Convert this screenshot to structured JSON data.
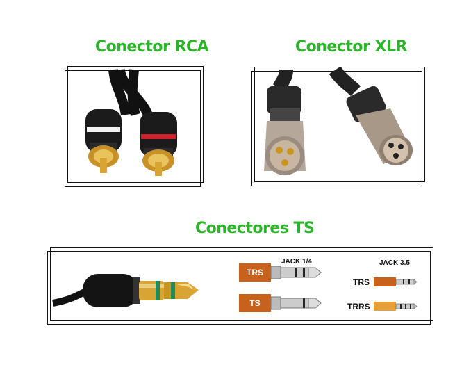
{
  "titles": {
    "rca": "Conector RCA",
    "xlr": "Conector XLR",
    "ts": "Conectores  TS"
  },
  "jack_quarter": {
    "header": "JACK 1/4",
    "plugs": [
      {
        "label": "TRS"
      },
      {
        "label": "TS"
      }
    ]
  },
  "jack_35": {
    "header": "JACK 3.5",
    "plugs": [
      {
        "label": "TRS"
      },
      {
        "label": "TRRS"
      }
    ]
  },
  "colors": {
    "title_green": "#2db32a",
    "tag_orange": "#c8611b",
    "small_orange": "#e8a13a",
    "gold": "#d8a433"
  },
  "icons": [
    "rca-cable-photo",
    "xlr-cable-photo",
    "trs-jack-photo"
  ]
}
